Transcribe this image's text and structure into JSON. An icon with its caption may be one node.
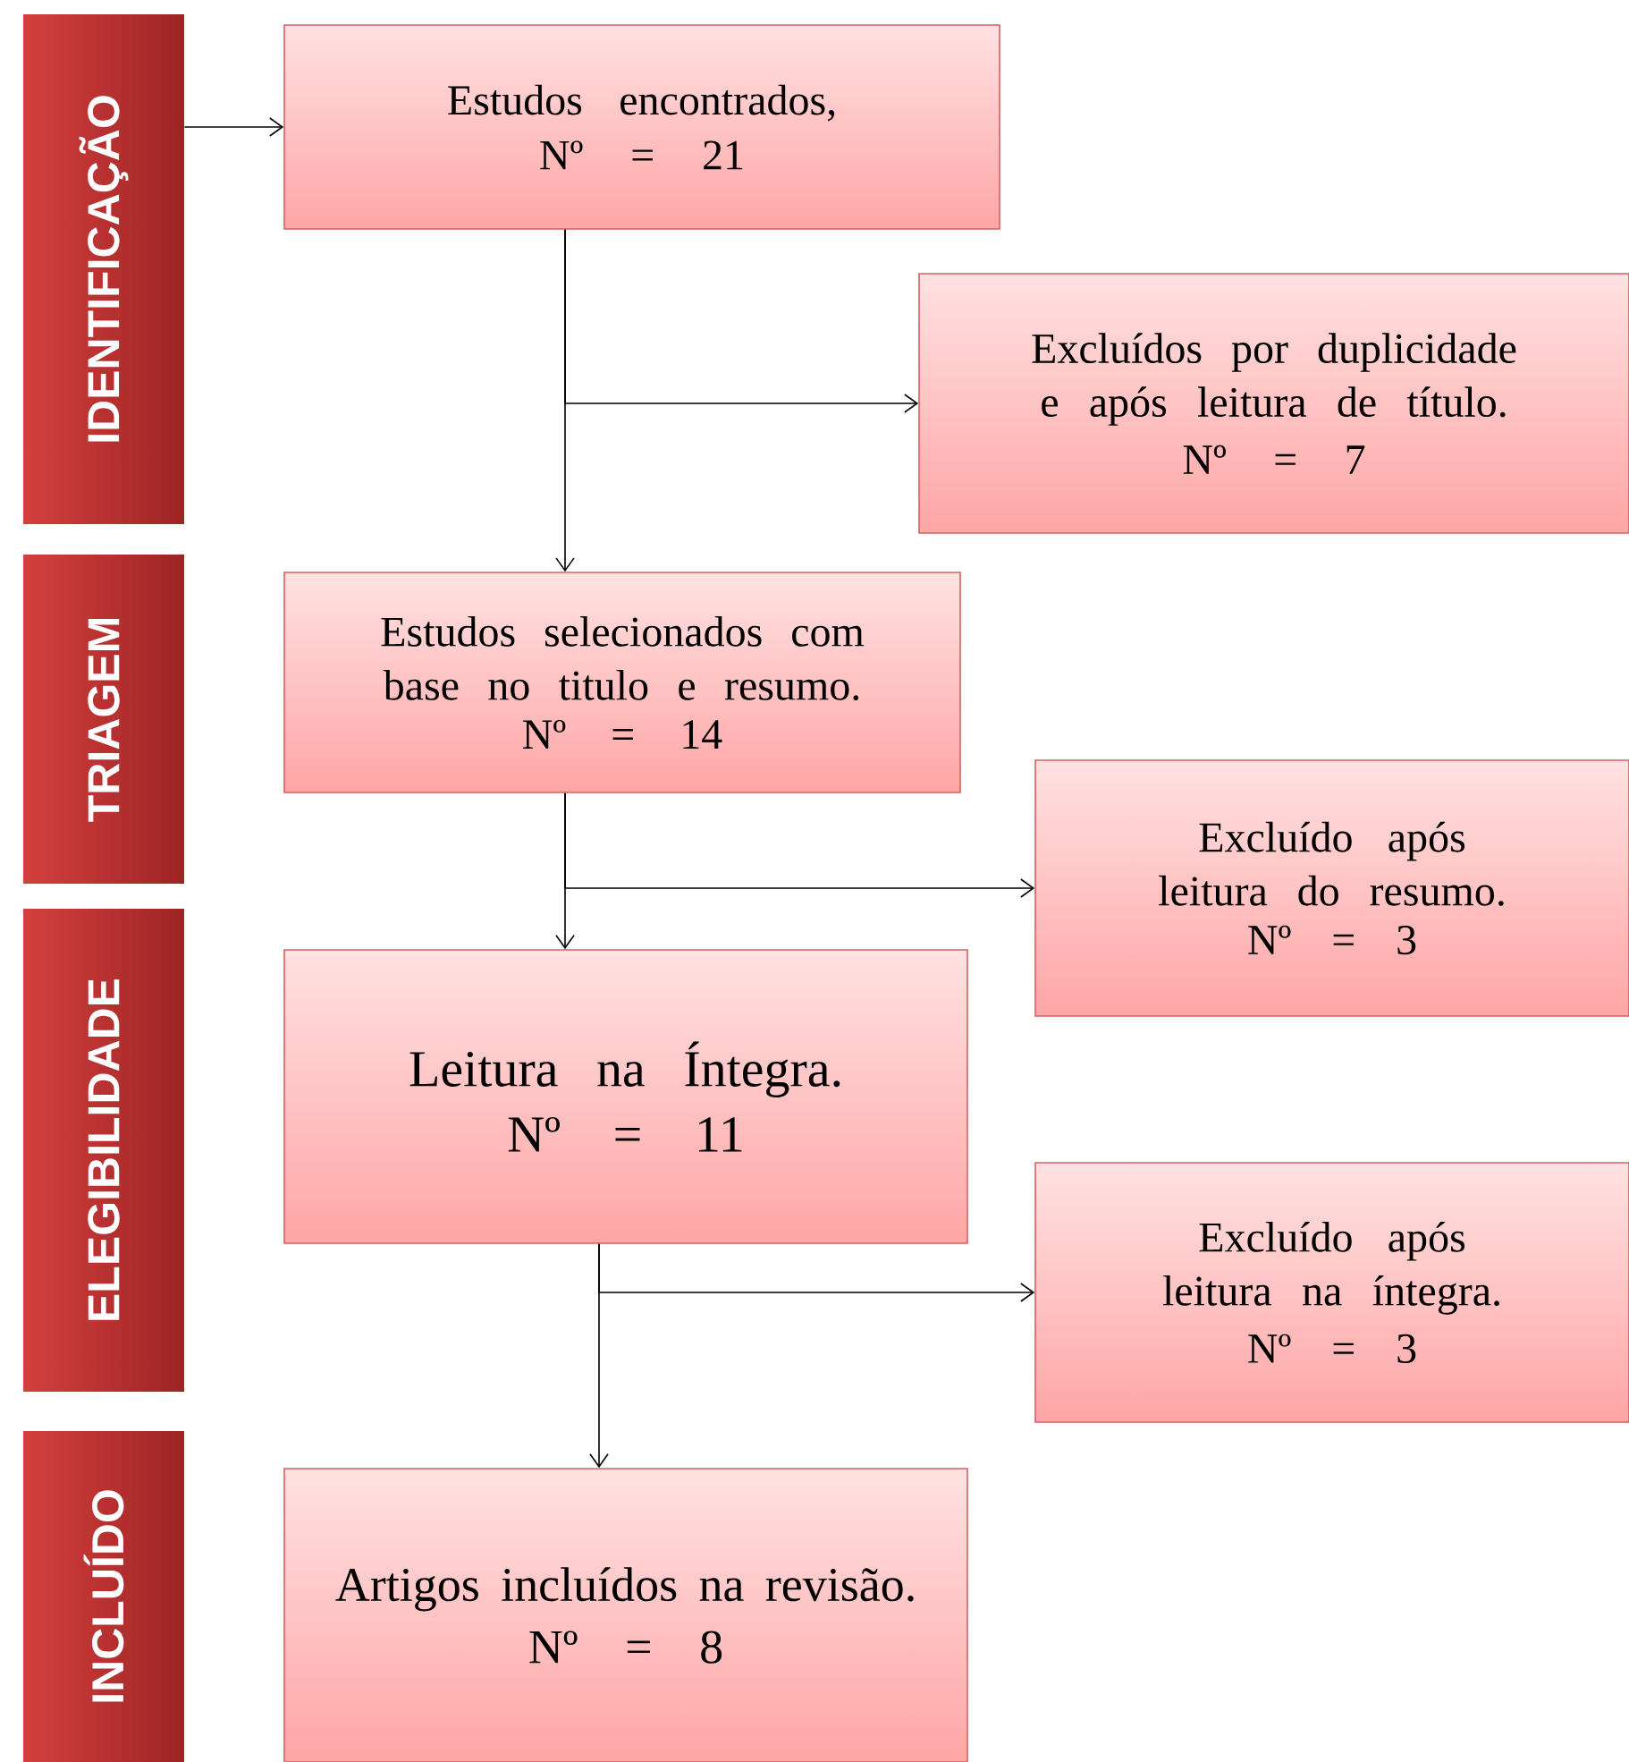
{
  "diagram": {
    "nodes": [
      {
        "text": [
          "IDENTIFICAÇÃO"
        ]
      },
      {
        "text": [
          "Estudos encontrados,",
          "Nº = 21"
        ]
      },
      {
        "text": [
          "Excluídos por duplicidade e após leitura de título.",
          "Nº = 7"
        ]
      },
      {
        "text": [
          "TRIAGEM"
        ]
      },
      {
        "text": [
          "Estudos selecionados com base no titulo e resumo.",
          "Nº = 14"
        ]
      },
      {
        "text": [
          "Excluído após leitura do resumo.",
          "Nº = 3"
        ]
      },
      {
        "text": [
          "ELEGIBILIDADE"
        ]
      },
      {
        "text": [
          "Leitura na Íntegra.",
          "Nº = 11"
        ]
      },
      {
        "text": [
          "Excluído após leitura na íntegra.",
          "Nº = 3"
        ]
      },
      {
        "text": [
          "INCLUÍDO"
        ]
      },
      {
        "text": [
          "Artigos incluídos na revisão.",
          "Nº = 8"
        ]
      }
    ],
    "edges": [
      {
        "from": 0,
        "to": 1,
        "arrow": "to"
      },
      {
        "from": 1,
        "to": 4,
        "arrow": "to"
      },
      {
        "from": 1,
        "to": 2,
        "arrow": "to"
      },
      {
        "from": 4,
        "to": 7,
        "arrow": "to"
      },
      {
        "from": 4,
        "to": 5,
        "arrow": "to"
      },
      {
        "from": 7,
        "to": 10,
        "arrow": "to"
      },
      {
        "from": 7,
        "to": 8,
        "arrow": "to"
      }
    ]
  }
}
